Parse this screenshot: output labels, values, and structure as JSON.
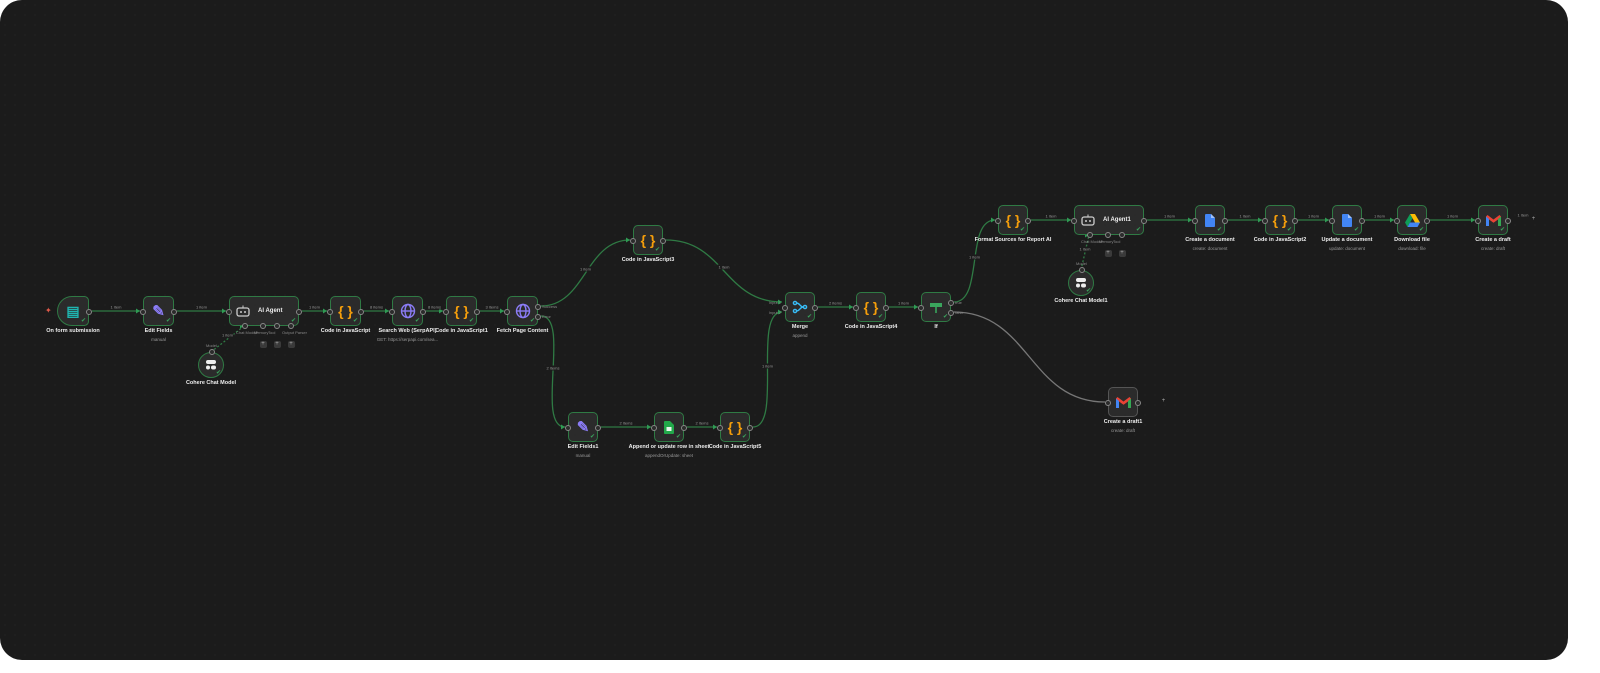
{
  "canvas": {
    "title": "n8n workflow editor"
  },
  "nodes": [
    {
      "id": "form",
      "label": "On form submission",
      "subtitle": "",
      "icon": "form-icon",
      "state": "success"
    },
    {
      "id": "edit",
      "label": "Edit Fields",
      "subtitle": "manual",
      "icon": "pencil-icon",
      "state": "success"
    },
    {
      "id": "agent",
      "label": "AI Agent",
      "subtitle": "",
      "icon": "robot-icon",
      "state": "success"
    },
    {
      "id": "code",
      "label": "Code in JavaScript",
      "subtitle": "",
      "icon": "code-icon",
      "state": "success"
    },
    {
      "id": "serp",
      "label": "Search Web (SerpAPI)",
      "subtitle": "GET: https://serpapi.com/sea...",
      "icon": "globe-icon",
      "state": "success"
    },
    {
      "id": "code1",
      "label": "Code in JavaScript1",
      "subtitle": "",
      "icon": "code-icon",
      "state": "success"
    },
    {
      "id": "fetch",
      "label": "Fetch Page Content",
      "subtitle": "",
      "icon": "globe-icon",
      "state": "success"
    },
    {
      "id": "code3",
      "label": "Code in JavaScript3",
      "subtitle": "",
      "icon": "code-icon",
      "state": "success"
    },
    {
      "id": "merge",
      "label": "Merge",
      "subtitle": "append",
      "icon": "merge-icon",
      "state": "success"
    },
    {
      "id": "code4",
      "label": "Code in JavaScript4",
      "subtitle": "",
      "icon": "code-icon",
      "state": "success"
    },
    {
      "id": "if",
      "label": "If",
      "subtitle": "",
      "icon": "signpost-icon",
      "state": "success"
    },
    {
      "id": "format",
      "label": "Format Sources for Report AI",
      "subtitle": "",
      "icon": "code-icon",
      "state": "success"
    },
    {
      "id": "agent1",
      "label": "AI Agent1",
      "subtitle": "",
      "icon": "robot-icon",
      "state": "success"
    },
    {
      "id": "doc",
      "label": "Create a document",
      "subtitle": "create: document",
      "icon": "google-docs-icon",
      "state": "success"
    },
    {
      "id": "code2",
      "label": "Code in JavaScript2",
      "subtitle": "",
      "icon": "code-icon",
      "state": "success"
    },
    {
      "id": "update",
      "label": "Update a document",
      "subtitle": "update: document",
      "icon": "google-docs-icon",
      "state": "success"
    },
    {
      "id": "download",
      "label": "Download file",
      "subtitle": "download: file",
      "icon": "google-drive-icon",
      "state": "success"
    },
    {
      "id": "draft",
      "label": "Create a draft",
      "subtitle": "create: draft",
      "icon": "gmail-icon",
      "state": "success"
    },
    {
      "id": "edit1",
      "label": "Edit Fields1",
      "subtitle": "manual",
      "icon": "pencil-icon",
      "state": "success"
    },
    {
      "id": "sheet",
      "label": "Append or update row in sheet",
      "subtitle": "appendOrUpdate: sheet",
      "icon": "google-sheets-icon",
      "state": "success"
    },
    {
      "id": "code5",
      "label": "Code in JavaScript5",
      "subtitle": "",
      "icon": "code-icon",
      "state": "success"
    },
    {
      "id": "draft1",
      "label": "Create a draft1",
      "subtitle": "create: draft",
      "icon": "gmail-icon",
      "state": "idle"
    },
    {
      "id": "cohere",
      "label": "Cohere Chat Model",
      "subtitle": "",
      "icon": "cohere-icon",
      "state": "success"
    },
    {
      "id": "cohere1",
      "label": "Cohere Chat Model1",
      "subtitle": "",
      "icon": "cohere-icon",
      "state": "success"
    }
  ],
  "edges": [
    {
      "from": "form",
      "to": "edit",
      "label": "1 item"
    },
    {
      "from": "edit",
      "to": "agent",
      "label": "1 item"
    },
    {
      "from": "agent",
      "to": "code",
      "label": "1 item"
    },
    {
      "from": "code",
      "to": "serp",
      "label": "8 items"
    },
    {
      "from": "serp",
      "to": "code1",
      "label": "8 items"
    },
    {
      "from": "code1",
      "to": "fetch",
      "label": "3 items"
    },
    {
      "from": "fetch",
      "to": "code3",
      "label": "1 item"
    },
    {
      "from": "fetch",
      "to": "edit1",
      "label": "2 items"
    },
    {
      "from": "code3",
      "to": "merge",
      "label": "1 item"
    },
    {
      "from": "edit1",
      "to": "sheet",
      "label": "2 items"
    },
    {
      "from": "sheet",
      "to": "code5",
      "label": "2 items"
    },
    {
      "from": "code5",
      "to": "merge",
      "label": "1 item"
    },
    {
      "from": "merge",
      "to": "code4",
      "label": "2 items"
    },
    {
      "from": "code4",
      "to": "if",
      "label": "1 item"
    },
    {
      "from": "if",
      "to": "format",
      "label": "1 item"
    },
    {
      "from": "if",
      "to": "draft1",
      "label": ""
    },
    {
      "from": "format",
      "to": "agent1",
      "label": "1 item"
    },
    {
      "from": "agent1",
      "to": "doc",
      "label": "1 item"
    },
    {
      "from": "doc",
      "to": "code2",
      "label": "1 item"
    },
    {
      "from": "code2",
      "to": "update",
      "label": "1 item"
    },
    {
      "from": "update",
      "to": "download",
      "label": "1 item"
    },
    {
      "from": "download",
      "to": "draft",
      "label": "1 item"
    },
    {
      "from": "cohere",
      "to": "agent",
      "label": "1 item"
    },
    {
      "from": "cohere1",
      "to": "agent1",
      "label": "1 item"
    }
  ],
  "ports": {
    "agent": [
      "Chat Model*",
      "Memory",
      "Tool",
      "Output Parser"
    ],
    "agent1": [
      "Chat Model*",
      "Memory",
      "Tool"
    ],
    "fetch": [
      "Success",
      "Error"
    ],
    "merge": [
      "Input 1",
      "Input 2"
    ],
    "if": [
      "true",
      "false"
    ],
    "model_label": "Model",
    "draft_out": "1 item"
  },
  "colors": {
    "success": "#2f7a44",
    "edge": "#2f7a44",
    "idle": "#555555",
    "code": "#f59e0b",
    "pencil": "#8b7cf6",
    "globe": "#8b7cf6"
  }
}
